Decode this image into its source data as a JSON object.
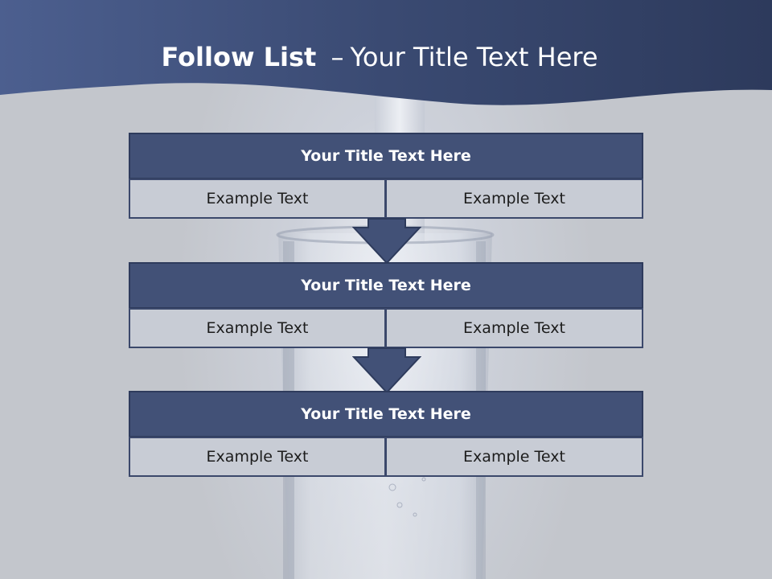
{
  "slide": {
    "title_bold": "Follow List",
    "title_dash": "–",
    "title_rest": "Your Title Text Here"
  },
  "blocks": [
    {
      "title": "Your Title Text Here",
      "left": "Example Text",
      "right": "Example Text"
    },
    {
      "title": "Your Title Text Here",
      "left": "Example Text",
      "right": "Example Text"
    },
    {
      "title": "Your Title Text Here",
      "left": "Example Text",
      "right": "Example Text"
    }
  ],
  "colors": {
    "header": "#3f5079",
    "block_head": "#425177",
    "block_cell": "#c8ccd5",
    "arrow": "#425177"
  }
}
